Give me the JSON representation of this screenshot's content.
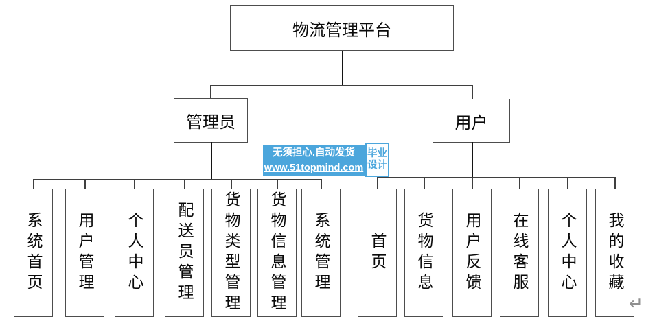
{
  "diagram": {
    "root": "物流管理平台",
    "admin": "管理员",
    "user": "用户",
    "admin_children": [
      "系统首页",
      "用户管理",
      "个人中心",
      "配送员管理",
      "货物类型管理",
      "货物信息管理",
      "系统管理"
    ],
    "user_children": [
      "首页",
      "货物信息",
      "用户反馈",
      "在线客服",
      "个人中心",
      "我的收藏"
    ]
  },
  "watermark": {
    "line1": "无须担心.自动发货",
    "line2": "www.51topmind.com",
    "badge_line1": "毕业",
    "badge_line2": "设计",
    "accent_color": "#4BA6DC",
    "text_color": "#ffffff"
  },
  "page": {
    "return_mark": "↵",
    "background_color": "#ffffff",
    "line_color": "#3f3f3f",
    "box_border_color": "#4d4d4d"
  }
}
